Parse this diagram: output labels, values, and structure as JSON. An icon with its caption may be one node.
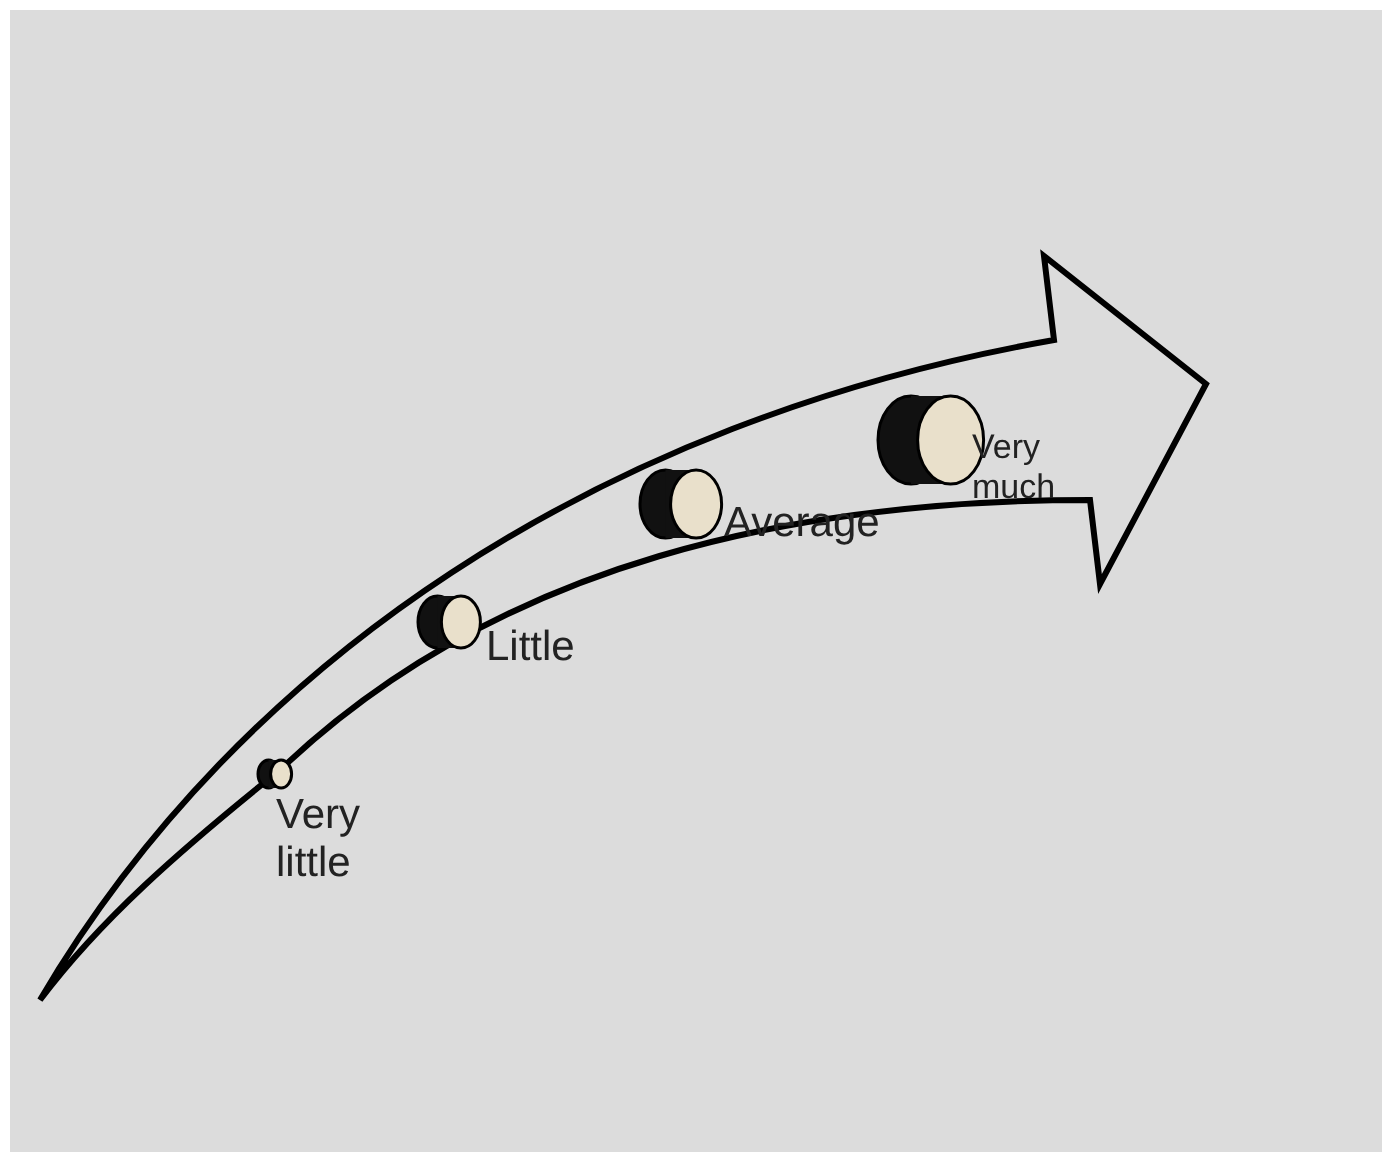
{
  "diagram": {
    "nodes": [
      {
        "text": [],
        "shape": "cylinder",
        "beside": [
          "Very little"
        ]
      },
      {
        "text": [],
        "shape": "cylinder",
        "beside": [
          "Little"
        ]
      },
      {
        "text": [],
        "shape": "cylinder",
        "beside": [
          "Average"
        ]
      },
      {
        "text": [],
        "shape": "cylinder",
        "beside": [
          "Very much"
        ]
      }
    ],
    "edges": []
  }
}
